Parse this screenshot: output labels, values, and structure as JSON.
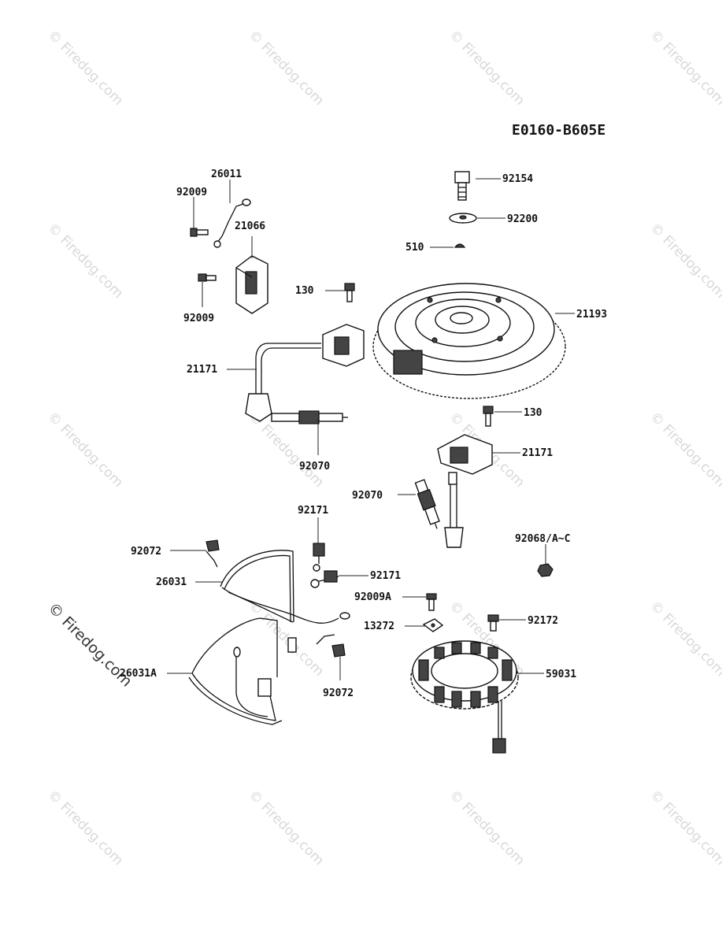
{
  "diagram_code": "E0160-B605E",
  "watermark": "© Firedog.com",
  "parts": [
    {
      "id": "p26011",
      "label": "26011"
    },
    {
      "id": "p92009a",
      "label": "92009"
    },
    {
      "id": "p21066",
      "label": "21066"
    },
    {
      "id": "p92009b",
      "label": "92009"
    },
    {
      "id": "p130a",
      "label": "130"
    },
    {
      "id": "p92154",
      "label": "92154"
    },
    {
      "id": "p92200",
      "label": "92200"
    },
    {
      "id": "p510",
      "label": "510"
    },
    {
      "id": "p21193",
      "label": "21193"
    },
    {
      "id": "p21171a",
      "label": "21171"
    },
    {
      "id": "p92070a",
      "label": "92070"
    },
    {
      "id": "p130b",
      "label": "130"
    },
    {
      "id": "p21171b",
      "label": "21171"
    },
    {
      "id": "p92070b",
      "label": "92070"
    },
    {
      "id": "p92171a",
      "label": "92171"
    },
    {
      "id": "p92072a",
      "label": "92072"
    },
    {
      "id": "p92171b",
      "label": "92171"
    },
    {
      "id": "p26031",
      "label": "26031"
    },
    {
      "id": "p92068",
      "label": "92068/A~C"
    },
    {
      "id": "p92009A",
      "label": "92009A"
    },
    {
      "id": "p92172",
      "label": "92172"
    },
    {
      "id": "p13272",
      "label": "13272"
    },
    {
      "id": "p59031",
      "label": "59031"
    },
    {
      "id": "p26031A",
      "label": "26031A"
    },
    {
      "id": "p92072b",
      "label": "92072"
    }
  ]
}
